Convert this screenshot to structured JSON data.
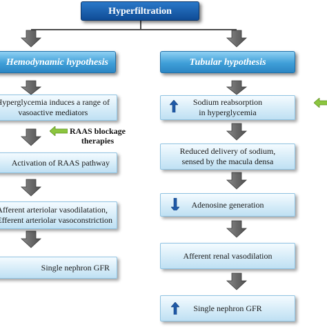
{
  "title": "Hyperfiltration",
  "left_column": {
    "header": "Hemodynamic hypothesis",
    "steps": [
      [
        "Hyperglycemia induces a range of",
        "vasoactive mediators"
      ],
      [
        "Activation of RAAS pathway"
      ],
      [
        "Afferent arteriolar vasodilatation,",
        "Efferent arteriolar vasoconstriction"
      ],
      [
        "Single nephron GFR"
      ]
    ],
    "intervention": [
      "RAAS blockage",
      "therapies"
    ]
  },
  "right_column": {
    "header": "Tubular hypothesis",
    "steps": [
      [
        "Sodium reabsorption",
        "in hyperglycemia"
      ],
      [
        "Reduced delivery of sodium,",
        "sensed by the macula densa"
      ],
      [
        "Adenosine generation"
      ],
      [
        "Afferent renal vasodilation"
      ],
      [
        "Single nephron GFR"
      ]
    ],
    "step_badges": [
      "up",
      "",
      "down",
      "",
      "up"
    ]
  },
  "colors": {
    "title_fill": "#124f98",
    "header_fill": "#3f9fd8",
    "box_fill": "#d6ecf8",
    "flow_arrow": "#707070",
    "connector": "#4a4a4a",
    "intervention_arrow": "#8cc63f",
    "badge_arrow": "#1f5aa8"
  }
}
